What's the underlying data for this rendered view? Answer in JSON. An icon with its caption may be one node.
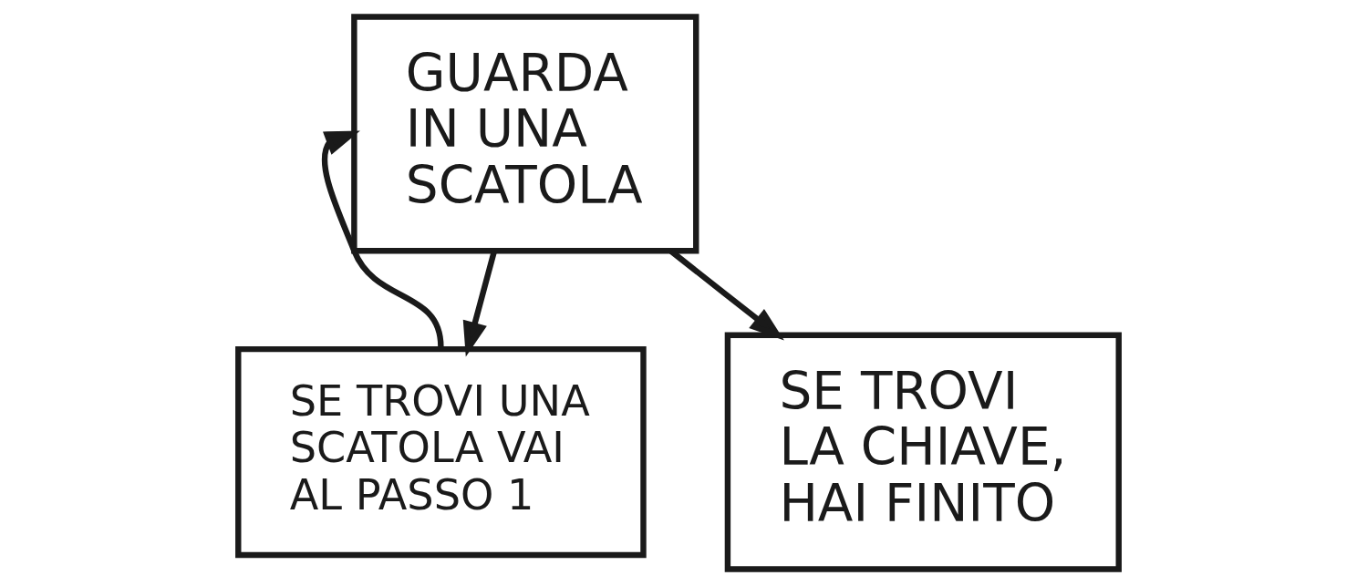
{
  "diagram": {
    "nodes": [
      {
        "text": [
          "GUARDA IN UNA SCATOLA"
        ]
      },
      {
        "text": [
          "SE TROVI UNA SCATOLA VAI AL PASSO 1"
        ]
      },
      {
        "text": [
          "SE TROVI LA CHIAVE, HAI FINITO"
        ]
      }
    ],
    "edges": [
      {
        "from": 0,
        "to": 1,
        "arrow": "to"
      },
      {
        "from": 0,
        "to": 2,
        "arrow": "to"
      },
      {
        "from": 1,
        "to": 0,
        "arrow": "to"
      }
    ]
  }
}
